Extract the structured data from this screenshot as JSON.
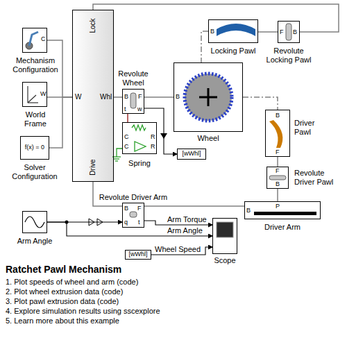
{
  "diagram": {
    "title": "Ratchet Pawl Mechanism",
    "nodes": [
      {
        "text": [
          "C",
          "Mechanism Configuration"
        ]
      },
      {
        "text": [
          "W",
          "World Frame"
        ]
      },
      {
        "text": [
          "f(x) = 0",
          "Solver Configuration"
        ]
      },
      {
        "text": [
          "Lock",
          "W",
          "Whl",
          "Drive"
        ]
      },
      {
        "text": [
          "Revolute Wheel",
          "B",
          "F",
          "t",
          "w"
        ]
      },
      {
        "text": [
          "C",
          "R",
          "C",
          "R",
          "Spring"
        ]
      },
      {
        "text": [
          "[wWhl]"
        ]
      },
      {
        "text": [
          "B",
          "Wheel"
        ]
      },
      {
        "text": [
          "B",
          "Locking Pawl"
        ]
      },
      {
        "text": [
          "F",
          "B",
          "Revolute Locking Pawl"
        ]
      },
      {
        "text": [
          "B",
          "F",
          "Driver Pawl"
        ]
      },
      {
        "text": [
          "F",
          "B",
          "Revolute Driver Pawl"
        ]
      },
      {
        "text": [
          "B",
          "P",
          "Driver Arm"
        ]
      },
      {
        "text": [
          "Revolute Driver Arm",
          "B",
          "F",
          "q",
          "t"
        ]
      },
      {
        "text": [
          "Arm Angle"
        ]
      },
      {
        "text": [
          "Scope"
        ]
      },
      {
        "text": [
          "[wWhl]"
        ]
      }
    ],
    "edges": [
      {
        "from": 0,
        "to": 3,
        "arrow": "none"
      },
      {
        "from": 1,
        "to": 3,
        "arrow": "none"
      },
      {
        "from": 2,
        "to": 3,
        "arrow": "none"
      },
      {
        "from": 3,
        "to": 4,
        "arrow": "none"
      },
      {
        "from": 4,
        "to": 7,
        "arrow": "none"
      },
      {
        "from": 3,
        "to": 9,
        "arrow": "none"
      },
      {
        "from": 9,
        "to": 8,
        "arrow": "none"
      },
      {
        "from": 8,
        "to": 7,
        "arrow": "none"
      },
      {
        "from": 7,
        "to": 10,
        "arrow": "none"
      },
      {
        "from": 10,
        "to": 11,
        "arrow": "none"
      },
      {
        "from": 11,
        "to": 12,
        "arrow": "none"
      },
      {
        "from": 3,
        "to": 13,
        "arrow": "none"
      },
      {
        "from": 13,
        "to": 12,
        "arrow": "none"
      },
      {
        "from": 4,
        "to": 5,
        "arrow": "none"
      },
      {
        "from": 4,
        "to": 6,
        "arrow": "to"
      },
      {
        "from": 14,
        "to": 13,
        "arrow": "to"
      },
      {
        "from": 14,
        "to": 15,
        "label": "Arm Angle",
        "arrow": "to"
      },
      {
        "from": 13,
        "to": 15,
        "label": "Arm Torque",
        "arrow": "to"
      },
      {
        "from": 16,
        "to": 15,
        "label": "Wheel Speed",
        "arrow": "to"
      }
    ],
    "labels": [
      "1. Plot speeds of wheel and arm (code)",
      "2. Plot wheel extrusion data (code)",
      "3. Plot pawl extrusion data (code)",
      "4. Explore simulation results using sscexplore",
      "5. Learn more about this example"
    ]
  }
}
